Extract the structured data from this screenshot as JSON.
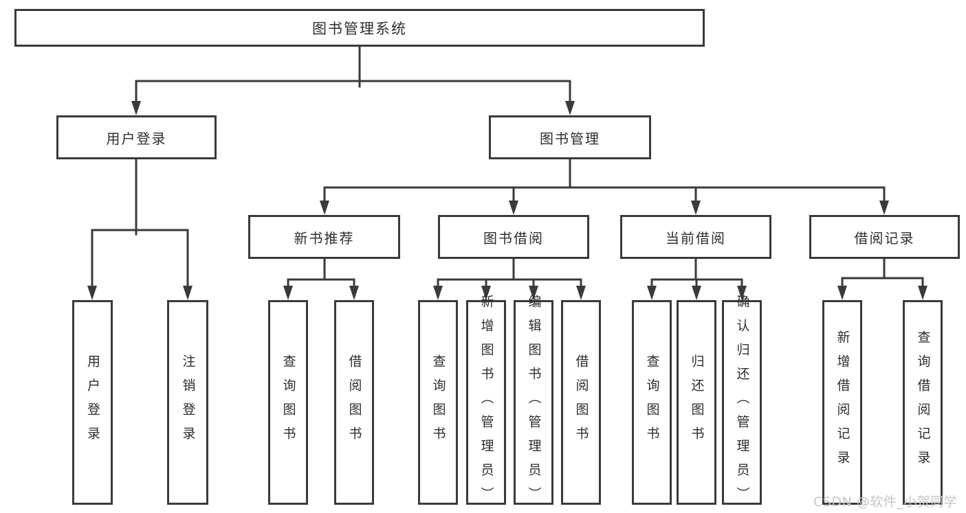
{
  "diagram": {
    "title": "图书管理系统",
    "tree": {
      "label": "图书管理系统",
      "children": [
        {
          "label": "用户登录",
          "children": [
            {
              "label": "用户登录"
            },
            {
              "label": "注销登录"
            }
          ]
        },
        {
          "label": "图书管理",
          "children": [
            {
              "label": "新书推荐",
              "children": [
                {
                  "label": "查询图书"
                },
                {
                  "label": "借阅图书"
                }
              ]
            },
            {
              "label": "图书借阅",
              "children": [
                {
                  "label": "查询图书"
                },
                {
                  "label": "新增图书（管理员）"
                },
                {
                  "label": "编辑图书（管理员）"
                },
                {
                  "label": "借阅图书"
                }
              ]
            },
            {
              "label": "当前借阅",
              "children": [
                {
                  "label": "查询图书"
                },
                {
                  "label": "归还图书"
                },
                {
                  "label": "确认归还（管理员）"
                }
              ]
            },
            {
              "label": "借阅记录",
              "children": [
                {
                  "label": "新增借阅记录"
                },
                {
                  "label": "查询借阅记录"
                }
              ]
            }
          ]
        }
      ]
    },
    "colors": {
      "line": "#3a3a3a",
      "text": "#2d2d2d",
      "background": "#ffffff",
      "watermark": "#c6c6c6"
    }
  },
  "watermark": {
    "text": "CSDN @软件_小贺同学"
  }
}
